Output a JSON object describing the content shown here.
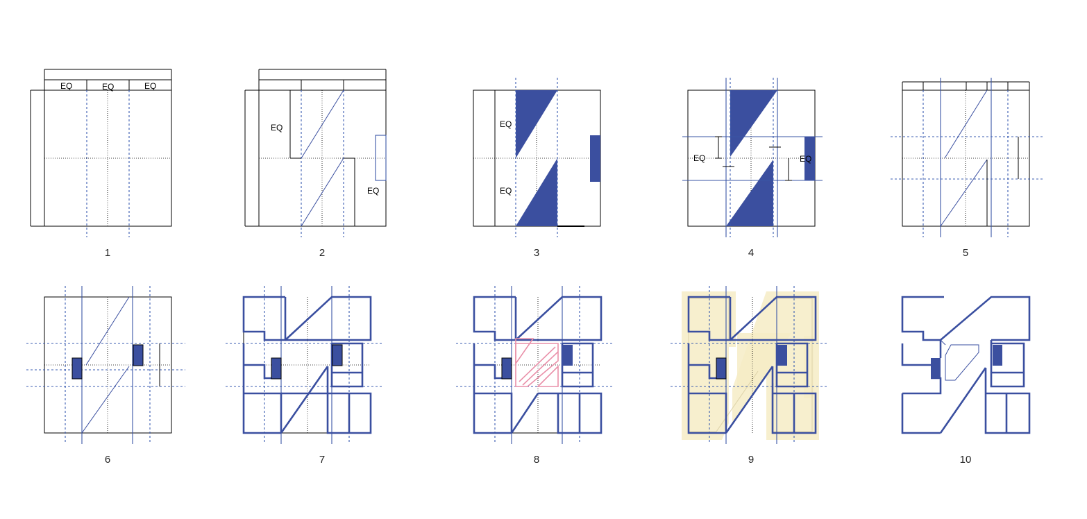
{
  "steps": [
    {
      "label": "1"
    },
    {
      "label": "2"
    },
    {
      "label": "3"
    },
    {
      "label": "4"
    },
    {
      "label": "5"
    },
    {
      "label": "6"
    },
    {
      "label": "7"
    },
    {
      "label": "8"
    },
    {
      "label": "9"
    },
    {
      "label": "10"
    }
  ],
  "annotations": {
    "eq": "EQ"
  },
  "colors": {
    "accent_blue": "#3b4f9f",
    "pink_outline": "#e98fa8",
    "cream_highlight": "#f6ecc6",
    "line_black": "#000000"
  }
}
